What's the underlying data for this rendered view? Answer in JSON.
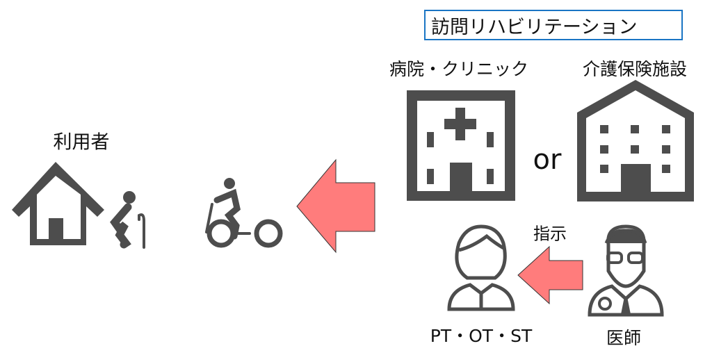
{
  "title": "訪問リハビリテーション",
  "hospital_label": "病院・クリニック",
  "care_facility_label": "介護保険施設",
  "or_label": "or",
  "user_label": "利用者",
  "instruction_label": "指示",
  "therapist_label": "PT・OT・ST",
  "doctor_label": "医師",
  "colors": {
    "icon": "#4d4d4d",
    "arrow": "#ff7c7c",
    "title_border": "#1a75c4"
  }
}
